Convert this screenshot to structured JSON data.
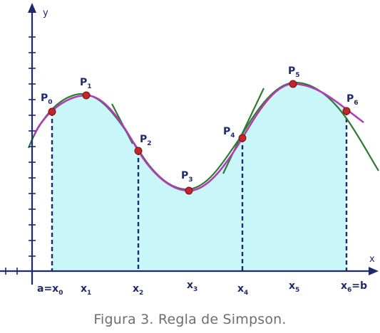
{
  "diagram": {
    "axis_y_label": "y",
    "axis_x_label": "x",
    "points": [
      {
        "name": "P",
        "sub": "0"
      },
      {
        "name": "P",
        "sub": "1"
      },
      {
        "name": "P",
        "sub": "2"
      },
      {
        "name": "P",
        "sub": "3"
      },
      {
        "name": "P",
        "sub": "4"
      },
      {
        "name": "P",
        "sub": "5"
      },
      {
        "name": "P",
        "sub": "6"
      }
    ],
    "x_labels": [
      {
        "pre": "a=x",
        "sub": "0",
        "post": ""
      },
      {
        "pre": "x",
        "sub": "1",
        "post": ""
      },
      {
        "pre": "x",
        "sub": "2",
        "post": ""
      },
      {
        "pre": "x",
        "sub": "3",
        "post": ""
      },
      {
        "pre": "x",
        "sub": "4",
        "post": ""
      },
      {
        "pre": "x",
        "sub": "5",
        "post": ""
      },
      {
        "pre": "x",
        "sub": "6",
        "post": "=b"
      }
    ]
  },
  "caption": "Figura 3. Regla de Simpson."
}
